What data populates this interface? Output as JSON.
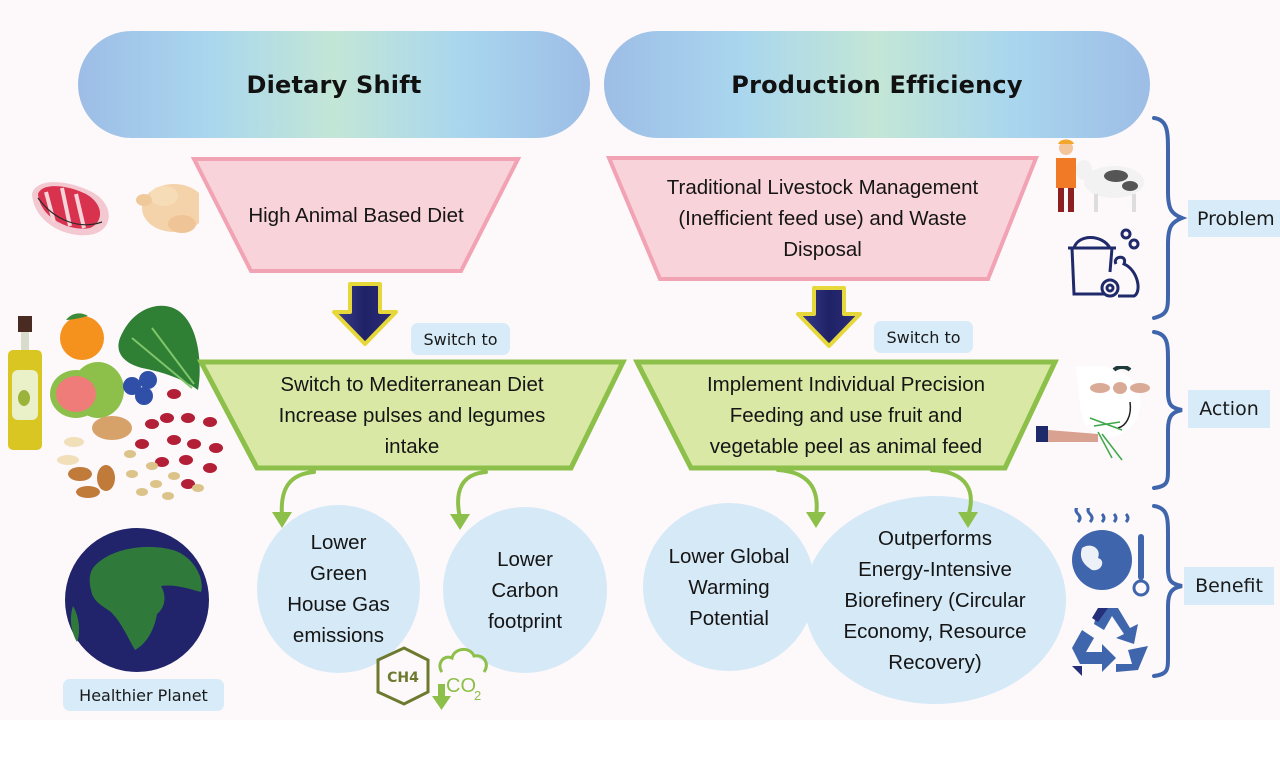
{
  "headers": {
    "left": "Dietary Shift",
    "right": "Production Efficiency"
  },
  "problem": {
    "left": "High Animal Based Diet",
    "right_lines": [
      "Traditional Livestock Management",
      "(Inefficient feed use) and Waste",
      "Disposal"
    ]
  },
  "switch_label": {
    "left": "Switch to",
    "right": "Switch to"
  },
  "action": {
    "left_lines": [
      "Switch to Mediterranean Diet",
      "Increase pulses and legumes",
      "intake"
    ],
    "right_lines": [
      "Implement Individual Precision",
      "Feeding and use fruit and",
      "vegetable peel as animal feed"
    ]
  },
  "benefits": {
    "left": [
      {
        "lines": [
          "Lower",
          "Green",
          "House Gas",
          "emissions"
        ]
      },
      {
        "lines": [
          "Lower",
          "Carbon",
          "footprint"
        ]
      }
    ],
    "right": [
      {
        "lines": [
          "Lower Global",
          "Warming",
          "Potential"
        ]
      },
      {
        "lines": [
          "Outperforms",
          "Energy-Intensive",
          "Biorefinery (Circular",
          "Economy, Resource",
          "Recovery)"
        ]
      }
    ]
  },
  "badges": {
    "ch4": "CH4",
    "co2": "CO",
    "co2_sub": "2"
  },
  "healthier_planet": "Healthier Planet",
  "side_labels": {
    "problem": "Problem",
    "action": "Action",
    "benefit": "Benefit"
  },
  "colors": {
    "pink_fill": "#f9d3da",
    "pink_stroke": "#f2a3b3",
    "green_fill": "#d9e9a5",
    "green_stroke": "#8dc04a",
    "circle_fill": "#d6e9f7",
    "arrow_navy": "#1f2266",
    "arrow_yellow": "#e6d83a",
    "brace_blue": "#3f66ad"
  }
}
